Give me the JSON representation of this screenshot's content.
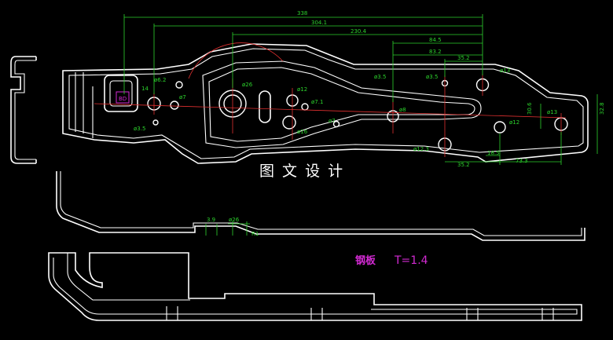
{
  "drawing": {
    "watermark": "图 文 设 计",
    "material_label": "钢板",
    "thickness_label": "T=1.4",
    "small_label": "BD"
  },
  "dims": {
    "d338": "338",
    "d304": "304.1",
    "d230": "230.4",
    "d84": "84.5",
    "d83": "83.2",
    "d35top": "35.2",
    "d35bot": "35.2",
    "d18": "18.5",
    "d73": "73.3",
    "d30": "30.6",
    "d32": "32.8",
    "d14": "14",
    "d39": "3.9",
    "phi26b": "ø26",
    "r1": "R1"
  },
  "holes": {
    "h62": "ø6.2",
    "h7a": "ø7",
    "h35a": "ø3.5",
    "h26": "ø26",
    "h12a": "ø12",
    "h71": "ø7.1",
    "h16": "ø16",
    "h7b": "ø7",
    "h35b": "ø3.5",
    "h35c": "ø3.5",
    "h8": "ø8",
    "h13a": "ø13",
    "h12b": "ø12",
    "h13b": "ø13",
    "h123": "ø12.3"
  },
  "colors": {
    "background": "#000000",
    "outline": "#ffffff",
    "dimension": "#2cd22c",
    "centerline": "#e03030",
    "annotation": "#d22ad2"
  }
}
